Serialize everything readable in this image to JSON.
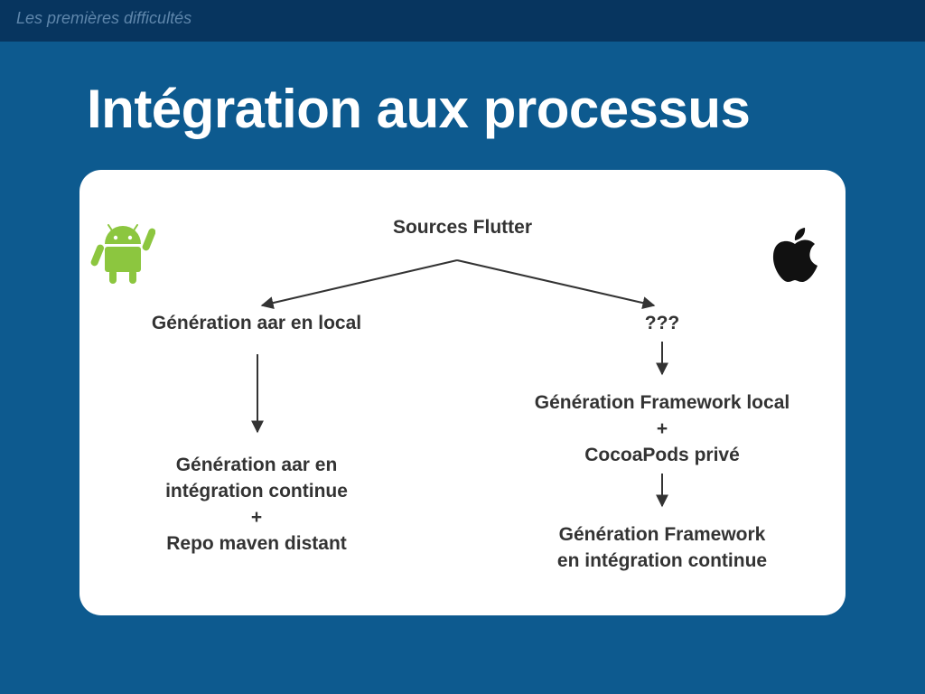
{
  "header": {
    "section": "Les premières difficultés"
  },
  "slide": {
    "title": "Intégration aux processus"
  },
  "diagram": {
    "root": "Sources Flutter",
    "android": {
      "icon": "android-icon",
      "color": "#8cc63f",
      "step1": "Génération aar en local",
      "step2": [
        "Génération aar en",
        "intégration continue",
        "+",
        "Repo maven distant"
      ]
    },
    "ios": {
      "icon": "apple-icon",
      "color": "#111111",
      "step1": "???",
      "step2": [
        "Génération Framework local",
        "+",
        "CocoaPods privé"
      ],
      "step3": [
        "Génération Framework",
        "en intégration continue"
      ]
    }
  },
  "colors": {
    "background": "#0d5a8f",
    "header_bar": "#07355f",
    "card": "#ffffff",
    "text": "#333333",
    "arrow": "#333333"
  }
}
